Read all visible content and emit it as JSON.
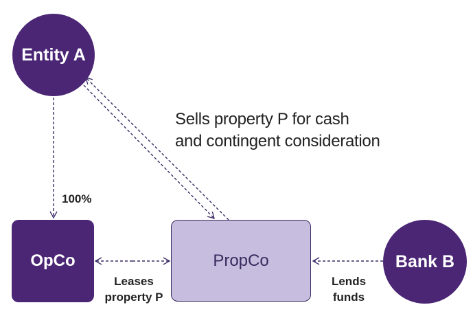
{
  "colors": {
    "node_dark": "#4b2675",
    "node_light": "#c7bedf",
    "propco_text": "#3a2a5e",
    "connector": "#3b2a66"
  },
  "nodes": {
    "entity_a": "Entity A",
    "opco": "OpCo",
    "propco": "PropCo",
    "bank_b": "Bank B"
  },
  "labels": {
    "sells_line1": "Sells property P for cash",
    "sells_line2": "and contingent consideration",
    "ownership": "100%",
    "leases_line1": "Leases",
    "leases_line2": "property P",
    "lends_line1": "Lends",
    "lends_line2": "funds"
  }
}
